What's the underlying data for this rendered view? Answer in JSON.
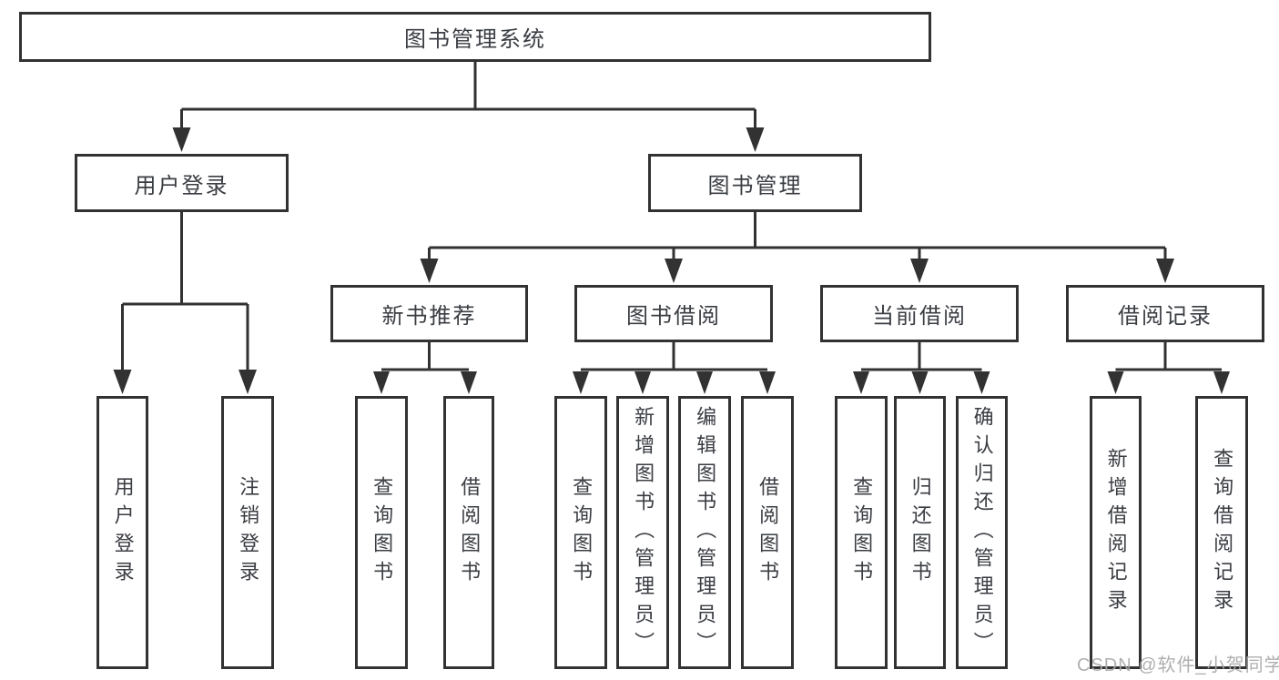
{
  "diagram": {
    "title": "图书管理系统",
    "root": {
      "label": "图书管理系统"
    },
    "level2": [
      {
        "label": "用户登录"
      },
      {
        "label": "图书管理"
      }
    ],
    "level3": [
      {
        "label": "新书推荐",
        "parent": "图书管理"
      },
      {
        "label": "图书借阅",
        "parent": "图书管理"
      },
      {
        "label": "当前借阅",
        "parent": "图书管理"
      },
      {
        "label": "借阅记录",
        "parent": "图书管理"
      }
    ],
    "leaves": [
      {
        "label": "用户登录",
        "parent": "用户登录"
      },
      {
        "label": "注销登录",
        "parent": "用户登录"
      },
      {
        "label": "查询图书",
        "parent": "新书推荐"
      },
      {
        "label": "借阅图书",
        "parent": "新书推荐"
      },
      {
        "label": "查询图书",
        "parent": "图书借阅"
      },
      {
        "label": "新增图书（管理员）",
        "parent": "图书借阅"
      },
      {
        "label": "编辑图书（管理员）",
        "parent": "图书借阅"
      },
      {
        "label": "借阅图书",
        "parent": "图书借阅"
      },
      {
        "label": "查询图书",
        "parent": "当前借阅"
      },
      {
        "label": "归还图书",
        "parent": "当前借阅"
      },
      {
        "label": "确认归还（管理员）",
        "parent": "当前借阅"
      },
      {
        "label": "新增借阅记录",
        "parent": "借阅记录"
      },
      {
        "label": "查询借阅记录",
        "parent": "借阅记录"
      }
    ],
    "colors": {
      "line": "#323232",
      "text": "#3a3d42",
      "background": "#ffffff",
      "watermark": "#a8a8a8"
    },
    "watermark": "CSDN @软件_小贺同学"
  }
}
